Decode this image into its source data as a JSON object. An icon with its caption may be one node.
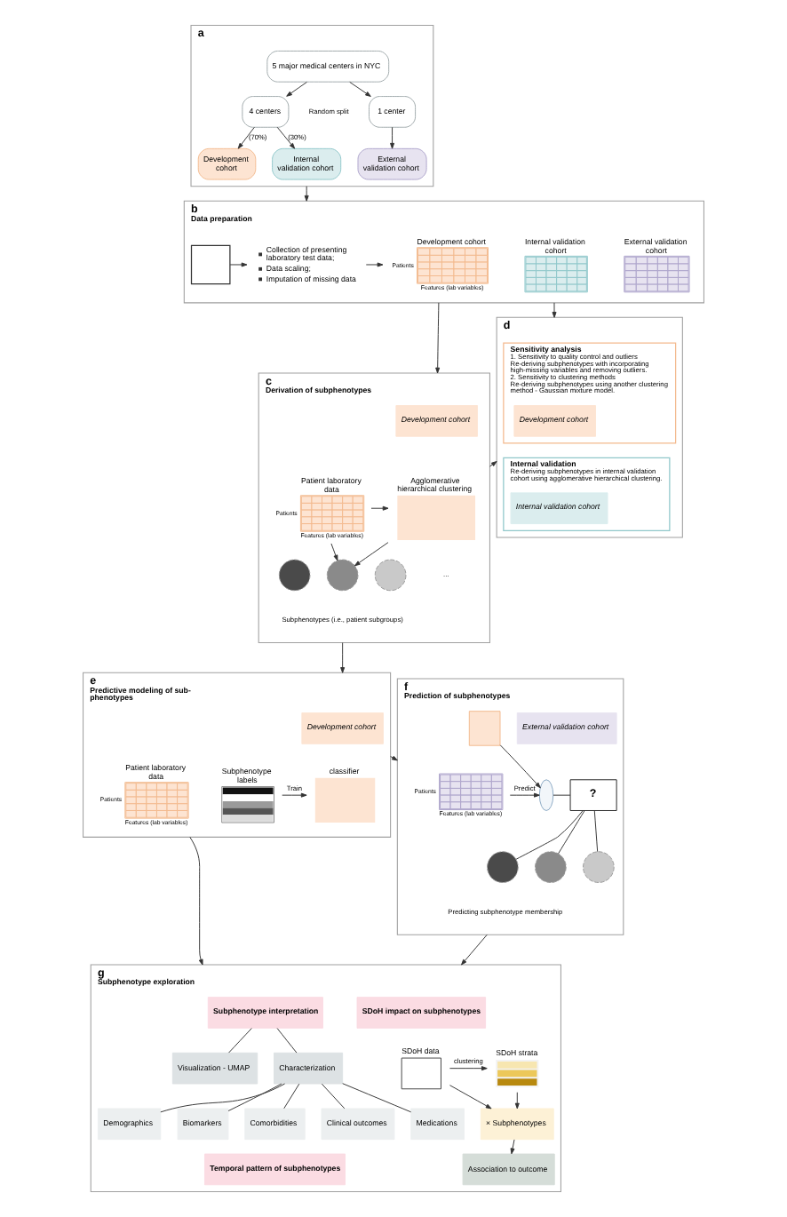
{
  "diagram": {
    "nodes": [
      {
        "text": [
          "a"
        ]
      },
      {
        "text": [
          "5 major medical centers in NYC"
        ],
        "in": 0
      },
      {
        "text": [
          "4 centers"
        ],
        "in": 0
      },
      {
        "text": [
          "1 center"
        ],
        "in": 0
      },
      {
        "text": [
          "Development cohort"
        ],
        "in": 0
      },
      {
        "text": [
          "Internal validation cohort"
        ],
        "in": 0
      },
      {
        "text": [
          "External validation cohort"
        ],
        "in": 0
      },
      {
        "text": [
          "b",
          "Data preparation"
        ]
      },
      {
        "text": [],
        "shape": "box",
        "in": 7
      },
      {
        "text": [
          "Collection of presenting laboratory test data;",
          "Data scaling;",
          "Imputation of missing data"
        ],
        "in": 7
      },
      {
        "text": [
          "Development cohort"
        ],
        "beside": [
          "Patients",
          "Features (lab variables)"
        ],
        "in": 7
      },
      {
        "text": [
          "Internal validation cohort"
        ],
        "in": 7
      },
      {
        "text": [
          "External validation cohort"
        ],
        "in": 7
      },
      {
        "text": [
          "c",
          "Derivation of subphenotypes"
        ]
      },
      {
        "text": [
          "Development cohort"
        ],
        "in": 13
      },
      {
        "text": [
          "Patient laboratory data"
        ],
        "beside": [
          "Patients",
          "Features (lab variables)"
        ],
        "in": 13
      },
      {
        "text": [
          "Agglomerative hierarchical clustering"
        ],
        "in": 13
      },
      {
        "text": [],
        "shape": "circle",
        "in": 13
      },
      {
        "text": [],
        "shape": "circle",
        "in": 13
      },
      {
        "text": [],
        "shape": "circle",
        "in": 13
      },
      {
        "text": [
          "d"
        ]
      },
      {
        "text": [
          "Sensitivity analysis",
          "1. Sensitivity to quality control and outliers",
          "Re-deriving subphenotypes with incorporating high-missing variables and removing outliers.",
          "2. Sensitivity to clustering methods",
          "Re-deriving subphenotypes using another clustering method - Gaussian mixture model."
        ],
        "in": 20
      },
      {
        "text": [
          "Development cohort"
        ],
        "in": 21
      },
      {
        "text": [
          "Internal validation",
          "Re-deriving subphenotypes in internal validation cohort using agglomerative hierarchical clustering."
        ],
        "in": 20
      },
      {
        "text": [
          "Internal validation cohort"
        ],
        "in": 23
      },
      {
        "text": [
          "e",
          "Predictive modeling of sub- phenotypes"
        ]
      },
      {
        "text": [
          "Development cohort"
        ],
        "in": 25
      },
      {
        "text": [
          "Patient laboratory data"
        ],
        "beside": [
          "Patients",
          "Features (lab variables)"
        ],
        "in": 25
      },
      {
        "text": [
          "Subphenotype labels"
        ],
        "in": 25
      },
      {
        "text": [
          "classifier"
        ],
        "in": 25
      },
      {
        "text": [
          "f",
          "Prediction of subphenotypes"
        ]
      },
      {
        "text": [
          "External validation cohort"
        ],
        "in": 30
      },
      {
        "text": [],
        "shape": "box",
        "beside": [
          "Patients",
          "Features (lab variables)"
        ],
        "in": 30
      },
      {
        "text": [],
        "shape": "box",
        "in": 30
      },
      {
        "text": [],
        "shape": "person",
        "in": 30
      },
      {
        "text": [
          "?"
        ],
        "in": 30
      },
      {
        "text": [],
        "shape": "circle",
        "in": 30
      },
      {
        "text": [],
        "shape": "circle",
        "in": 30
      },
      {
        "text": [],
        "shape": "circle",
        "in": 30
      },
      {
        "text": [
          "g",
          "Subphenotype exploration"
        ]
      },
      {
        "text": [
          "Subphenotype interpretation"
        ],
        "in": 39
      },
      {
        "text": [
          "Visualization - UMAP"
        ],
        "in": 39
      },
      {
        "text": [
          "Characterization"
        ],
        "in": 39
      },
      {
        "text": [
          "Demographics"
        ],
        "in": 39
      },
      {
        "text": [
          "Biomarkers"
        ],
        "in": 39
      },
      {
        "text": [
          "Comorbidities"
        ],
        "in": 39
      },
      {
        "text": [
          "Clinical outcomes"
        ],
        "in": 39
      },
      {
        "text": [
          "Medications"
        ],
        "in": 39
      },
      {
        "text": [
          "Temporal pattern of subphenotypes"
        ],
        "in": 39
      },
      {
        "text": [
          "SDoH impact on subphenotypes"
        ],
        "in": 39
      },
      {
        "text": [
          "SDoH data"
        ],
        "in": 39
      },
      {
        "text": [
          "SDoH strata"
        ],
        "in": 39
      },
      {
        "text": [
          "× Subphenotypes"
        ],
        "in": 39
      },
      {
        "text": [
          "Association to outcome"
        ],
        "in": 39
      }
    ],
    "edges": [
      {
        "from": 1,
        "to": 2,
        "arrow": "to"
      },
      {
        "from": 1,
        "to": 3,
        "arrow": "to"
      },
      {
        "from": 2,
        "to": 4,
        "arrow": "to",
        "label": "(70%)"
      },
      {
        "from": 2,
        "to": 5,
        "arrow": "to",
        "label": "(30%)"
      },
      {
        "from": 3,
        "to": 6,
        "arrow": "to"
      },
      {
        "from": 0,
        "to": 7,
        "arrow": "to"
      },
      {
        "from": 8,
        "to": 9,
        "arrow": "to"
      },
      {
        "from": 9,
        "to": 10,
        "arrow": "to"
      },
      {
        "from": 7,
        "to": 13,
        "arrow": "to"
      },
      {
        "from": 7,
        "to": 20,
        "arrow": "to"
      },
      {
        "from": 15,
        "to": 16,
        "arrow": "to"
      },
      {
        "from": 15,
        "to": 18,
        "arrow": "to"
      },
      {
        "from": 16,
        "to": 18,
        "arrow": "to"
      },
      {
        "from": 13,
        "to": 20,
        "arrow": "to"
      },
      {
        "from": 13,
        "to": 25,
        "arrow": "to"
      },
      {
        "from": 28,
        "to": 29,
        "arrow": "to",
        "label": "Train"
      },
      {
        "from": 25,
        "to": 30,
        "arrow": "to"
      },
      {
        "from": 32,
        "to": 34,
        "arrow": "to",
        "label": "Predict"
      },
      {
        "from": 33,
        "to": 34,
        "arrow": "to"
      },
      {
        "from": 34,
        "to": 35,
        "arrow": "none"
      },
      {
        "from": 35,
        "to": 36,
        "arrow": "none"
      },
      {
        "from": 35,
        "to": 37,
        "arrow": "none"
      },
      {
        "from": 35,
        "to": 38,
        "arrow": "none"
      },
      {
        "from": 25,
        "to": 39,
        "arrow": "to"
      },
      {
        "from": 30,
        "to": 39,
        "arrow": "to"
      },
      {
        "from": 40,
        "to": 41,
        "arrow": "none"
      },
      {
        "from": 40,
        "to": 42,
        "arrow": "none"
      },
      {
        "from": 42,
        "to": 43,
        "arrow": "none"
      },
      {
        "from": 42,
        "to": 44,
        "arrow": "none"
      },
      {
        "from": 42,
        "to": 45,
        "arrow": "none"
      },
      {
        "from": 42,
        "to": 46,
        "arrow": "none"
      },
      {
        "from": 42,
        "to": 47,
        "arrow": "none"
      },
      {
        "from": 50,
        "to": 51,
        "arrow": "to",
        "label": "clustering"
      },
      {
        "from": 50,
        "to": 52,
        "arrow": "to"
      },
      {
        "from": 51,
        "to": 52,
        "arrow": "to"
      },
      {
        "from": 52,
        "to": 53,
        "arrow": "to"
      }
    ],
    "labels": [
      "Random split",
      "...",
      "Subphenotypes (i.e., patient subgroups)",
      "Predicting subphenotype membership"
    ]
  }
}
